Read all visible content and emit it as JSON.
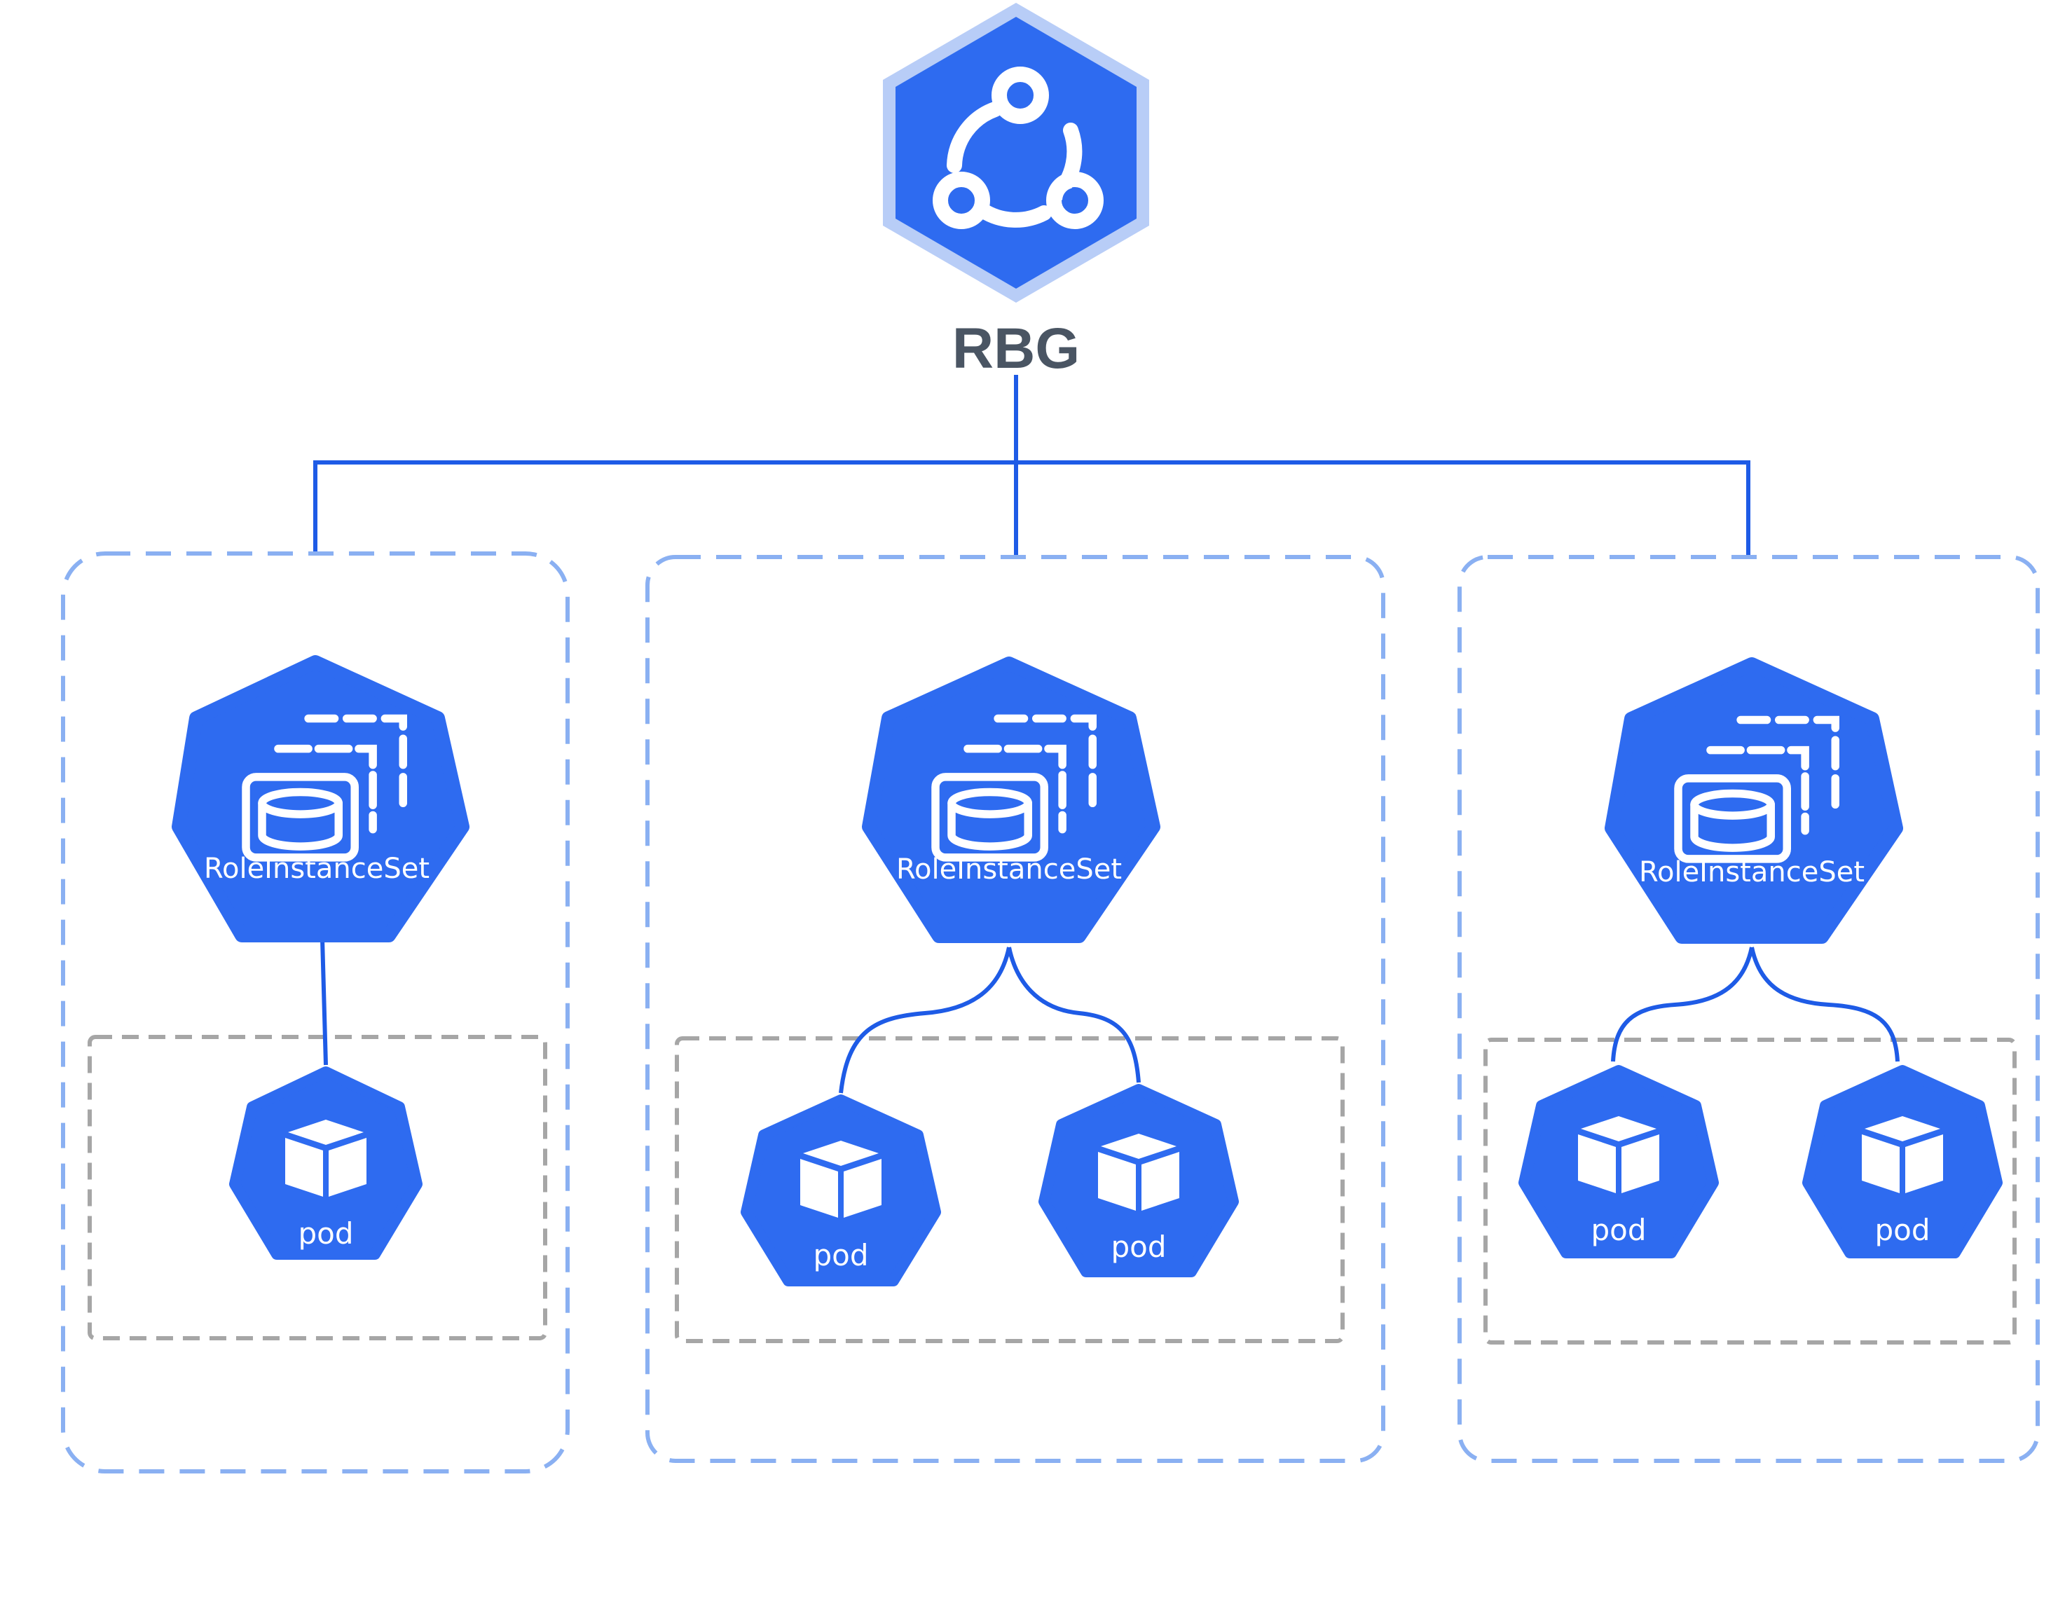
{
  "rbg": {
    "label": "RBG",
    "icon": "rbg-hexagon-icon"
  },
  "groups": [
    {
      "role_label": "RoleInstanceSet",
      "role_icon": "role-instance-set-icon",
      "pods": [
        {
          "label": "pod",
          "icon": "pod-cube-icon"
        }
      ]
    },
    {
      "role_label": "RoleInstanceSet",
      "role_icon": "role-instance-set-icon",
      "pods": [
        {
          "label": "pod",
          "icon": "pod-cube-icon"
        },
        {
          "label": "pod",
          "icon": "pod-cube-icon"
        }
      ]
    },
    {
      "role_label": "RoleInstanceSet",
      "role_icon": "role-instance-set-icon",
      "pods": [
        {
          "label": "pod",
          "icon": "pod-cube-icon"
        },
        {
          "label": "pod",
          "icon": "pod-cube-icon"
        }
      ]
    }
  ],
  "colors": {
    "primary_blue": "#2E6BF0",
    "light_blue": "#B8CDF7",
    "outer_dash": "#8AB0F2",
    "inner_dash": "#A6A6A6",
    "connector": "#1E5BE6",
    "label_dark": "#4A5563",
    "icon_white": "#FFFFFF"
  }
}
